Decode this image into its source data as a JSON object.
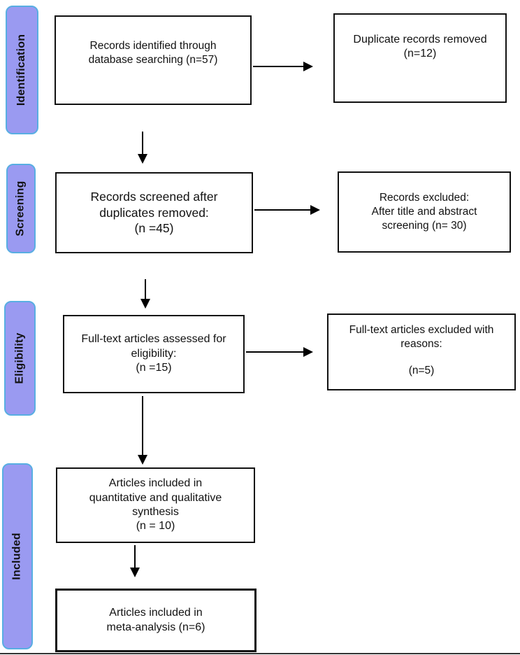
{
  "diagram": {
    "stages": [
      {
        "label": "Identification"
      },
      {
        "label": "Screening"
      },
      {
        "label": "Eligibility"
      },
      {
        "label": "Included"
      }
    ],
    "boxes": {
      "records_identified": {
        "lines": [
          "Records identified through",
          "database searching (n=57)"
        ],
        "n": 57
      },
      "duplicates_removed": {
        "lines": [
          "Duplicate records removed",
          "(n=12)"
        ],
        "n": 12
      },
      "records_screened": {
        "lines": [
          "Records screened after",
          "duplicates removed:",
          "(n =45)"
        ],
        "n": 45
      },
      "records_excluded": {
        "lines": [
          "Records excluded:",
          "After title and abstract",
          "screening (n= 30)"
        ],
        "n": 30
      },
      "fulltext_assessed": {
        "lines": [
          "Full-text articles assessed for",
          "eligibility:",
          "(n =15)"
        ],
        "n": 15
      },
      "fulltext_excluded": {
        "lines": [
          "Full-text articles excluded with",
          "reasons:",
          "(n=5)"
        ],
        "n": 5
      },
      "included_synthesis": {
        "lines": [
          "Articles included in",
          "quantitative and qualitative",
          "synthesis",
          "(n = 10)"
        ],
        "n": 10
      },
      "included_meta_analysis": {
        "lines": [
          "Articles included in",
          "meta-analysis (n=6)"
        ],
        "n": 6
      }
    },
    "colors": {
      "stage_fill": "#9a9af1",
      "stage_border": "#58aee2",
      "box_border": "#111111",
      "arrow": "#000000",
      "text_color": "#111111",
      "background": "#ffffff"
    }
  }
}
